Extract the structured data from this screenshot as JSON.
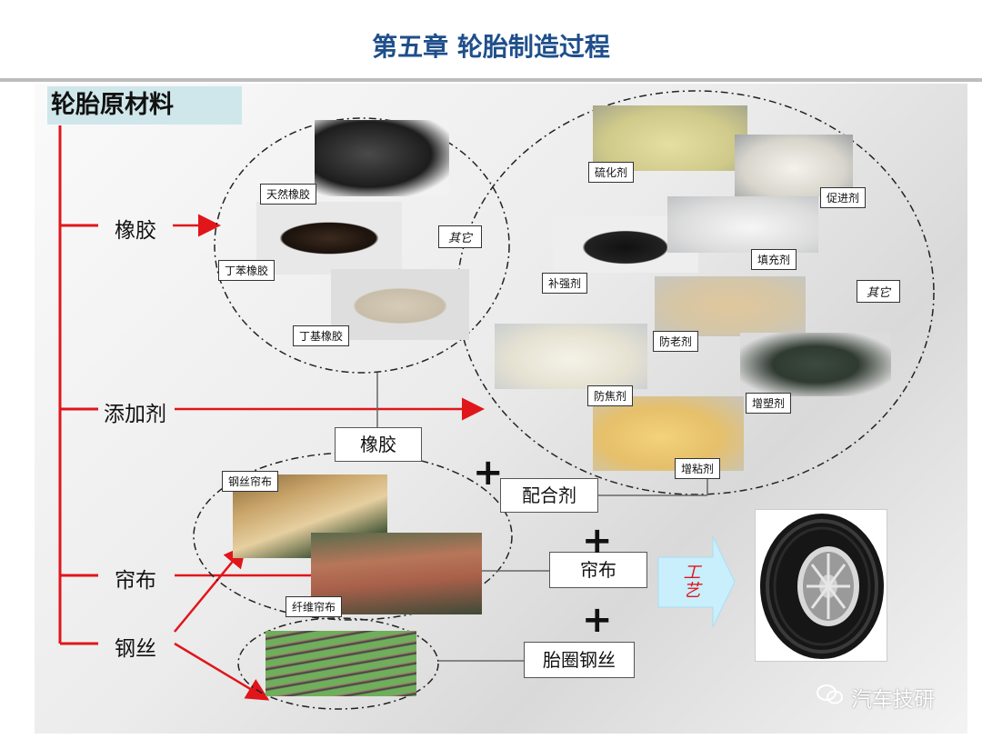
{
  "title": "第五章  轮胎制造过程",
  "header": "轮胎原材料",
  "categories": {
    "rubber": "橡胶",
    "additive": "添加剂",
    "cord": "帘布",
    "wire": "钢丝"
  },
  "rubber_types": [
    "天然橡胶",
    "丁苯橡胶",
    "丁基橡胶"
  ],
  "additives": [
    "硫化剂",
    "促进剂",
    "补强剂",
    "填充剂",
    "防老剂",
    "增塑剂",
    "防焦剂",
    "增粘剂"
  ],
  "other_label": "其它",
  "cords": [
    "钢丝帘布",
    "纤维帘布"
  ],
  "boxes": {
    "rubber": "橡胶",
    "compound": "配合剂",
    "cord": "帘布",
    "bead_wire": "胎圈钢丝"
  },
  "plus": "+",
  "process_label": "工艺",
  "watermark": "汽车技研",
  "colors": {
    "accent_red": "#e0161b",
    "title_blue": "#1f4f8b",
    "header_bg": "#cfe7ea"
  }
}
